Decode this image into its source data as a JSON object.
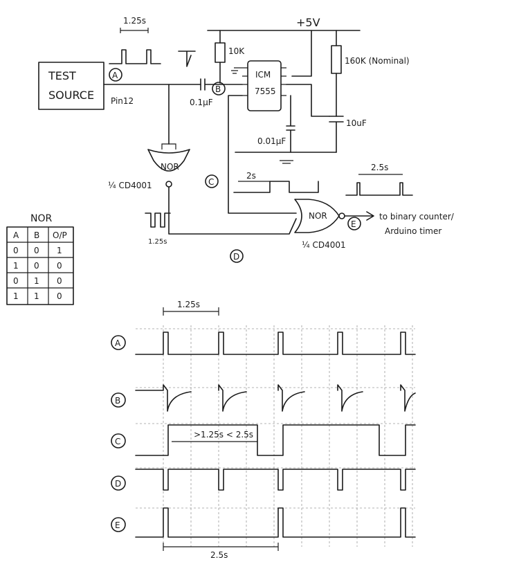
{
  "schematic": {
    "supply": "+5V",
    "source_line1": "TEST",
    "source_line2": "SOURCE",
    "pin": "Pin12",
    "r_top": "10K",
    "r_timing": "160K (Nominal)",
    "ic_line1": "ICM",
    "ic_line2": "7555",
    "c_input": "0.1μF",
    "c_timing": "10uF",
    "c_ctrl": "0.01μF",
    "gate1_label": "NOR",
    "gate2_label": "NOR",
    "gate1_part": "¼ CD4001",
    "gate2_part": "¼ CD4001",
    "period_A": "1.25s",
    "period_D": "1.25s",
    "pulse_C": "2s",
    "period_E": "2.5s",
    "output_note_line1": "to binary counter/",
    "output_note_line2": "Arduino timer",
    "node_A": "A",
    "node_B": "B",
    "node_C": "C",
    "node_D": "D",
    "node_E": "E"
  },
  "truth_table": {
    "title": "NOR",
    "headers": [
      "A",
      "B",
      "O/P"
    ],
    "rows": [
      [
        "0",
        "0",
        "1"
      ],
      [
        "1",
        "0",
        "0"
      ],
      [
        "0",
        "1",
        "0"
      ],
      [
        "1",
        "1",
        "0"
      ]
    ]
  },
  "timing": {
    "top_period": "1.25s",
    "c_annotation": ">1.25s < 2.5s",
    "bottom_period": "2.5s",
    "rows": [
      "A",
      "B",
      "C",
      "D",
      "E"
    ]
  }
}
